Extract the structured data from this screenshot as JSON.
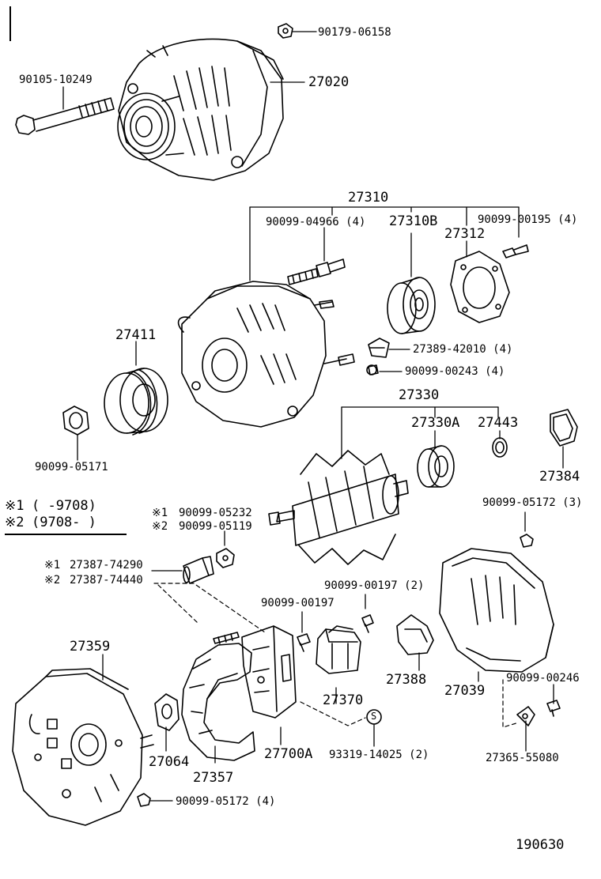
{
  "parts": {
    "p_90179_06158": "90179-06158",
    "p_27020": "27020",
    "p_90105_10249": "90105-10249",
    "p_27310": "27310",
    "p_90099_04966": "90099-04966 (4)",
    "p_27310B": "27310B",
    "p_27312": "27312",
    "p_90099_00195": "90099-00195 (4)",
    "p_27411": "27411",
    "p_27389_42010": "27389-42010 (4)",
    "p_90099_00243": "90099-00243 (4)",
    "p_27330": "27330",
    "p_27330A": "27330A",
    "p_27443": "27443",
    "p_27384": "27384",
    "p_90099_05171": "90099-05171",
    "p_90099_05172_3": "90099-05172 (3)",
    "p_90099_00197_2": "90099-00197 (2)",
    "p_90099_00197": "90099-00197",
    "p_27359": "27359",
    "p_27388": "27388",
    "p_27039": "27039",
    "p_90099_00246": "90099-00246",
    "p_27370": "27370",
    "p_27064": "27064",
    "p_27357": "27357",
    "p_27700A": "27700A",
    "p_93319_14025": "93319-14025 (2)",
    "p_27365_55080": "27365-55080",
    "p_90099_05172_4": "90099-05172 (4)"
  },
  "legend": {
    "row1_mark": "※1",
    "row1_range": "(      -9708)",
    "row2_mark": "※2",
    "row2_range": "(9708-      )"
  },
  "variants": {
    "nut_mark1": "※1",
    "nut_code1": "90099-05232",
    "nut_mark2": "※2",
    "nut_code2": "90099-05119",
    "term_mark1": "※1",
    "term_code1": "27387-74290",
    "term_mark2": "※2",
    "term_code2": "27387-74440"
  },
  "symbol_s": "S",
  "diagram_number": "190630"
}
